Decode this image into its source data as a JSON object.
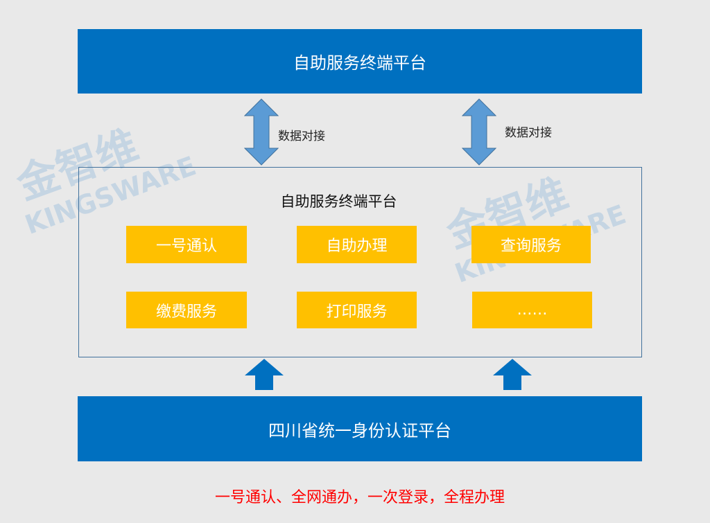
{
  "top_platform": "自助服务终端平台",
  "connection_labels": [
    "数据对接",
    "数据对接"
  ],
  "middle": {
    "title": "自助服务终端平台",
    "services": [
      "一号通认",
      "自助办理",
      "查询服务",
      "缴费服务",
      "打印服务",
      "……"
    ]
  },
  "bottom_platform": "四川省统一身份认证平台",
  "slogan": "一号通认、全网通办，一次登录，全程办理",
  "watermark": {
    "cn": "金智维",
    "en": "KINGSWARE"
  },
  "colors": {
    "blue": "#0070c0",
    "yellow": "#ffc000",
    "arrow": "#5b9bd5",
    "slogan": "#ff0000"
  }
}
